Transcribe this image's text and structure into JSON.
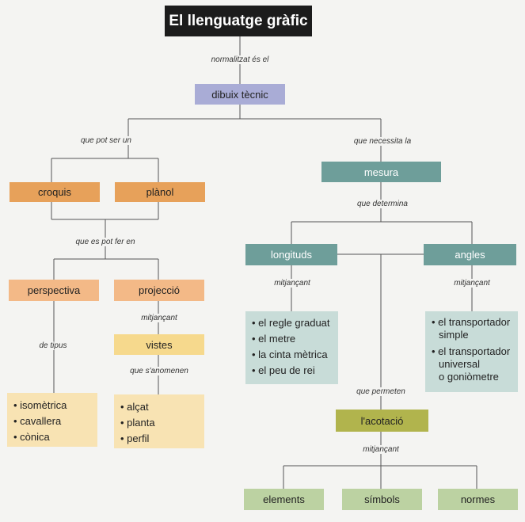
{
  "title": "El llenguatge gràfic",
  "nodes": {
    "dibuix_tecnic": "dibuix tècnic",
    "croquis": "croquis",
    "planol": "plànol",
    "mesura": "mesura",
    "perspectiva": "perspectiva",
    "projeccio": "projecció",
    "vistes": "vistes",
    "longituds": "longituds",
    "angles": "angles",
    "acotacio": "l'acotació",
    "elements": "elements",
    "simbols": "símbols",
    "normes": "normes"
  },
  "connectors": {
    "normalitzat": "normalitzat és el",
    "pot_ser_un": "que pot ser un",
    "necessita": "que necessita la",
    "determina": "que determina",
    "es_pot_fer_en": "que es pot fer en",
    "mitjancant_longituds": "mitjançant",
    "mitjancant_angles": "mitjançant",
    "mitjancant_projeccio": "mitjançant",
    "de_tipus": "de tipus",
    "anomenen": "que s'anomenen",
    "permeten": "que permeten",
    "mitjancant_acotacio": "mitjançant"
  },
  "lists": {
    "perspectiva_tipus": [
      "isomètrica",
      "cavallera",
      "cònica"
    ],
    "vistes_noms": [
      "alçat",
      "planta",
      "perfil"
    ],
    "longituds_instruments": [
      "el regle graduat",
      "el metre",
      "la cinta mètrica",
      "el peu de rei"
    ],
    "angles_instruments": {
      "item1_line1": "el transportador",
      "item1_line2": "simple",
      "item2_line1": "el transportador",
      "item2_line2": "universal",
      "item2_line3": "o goniòmetre"
    }
  }
}
